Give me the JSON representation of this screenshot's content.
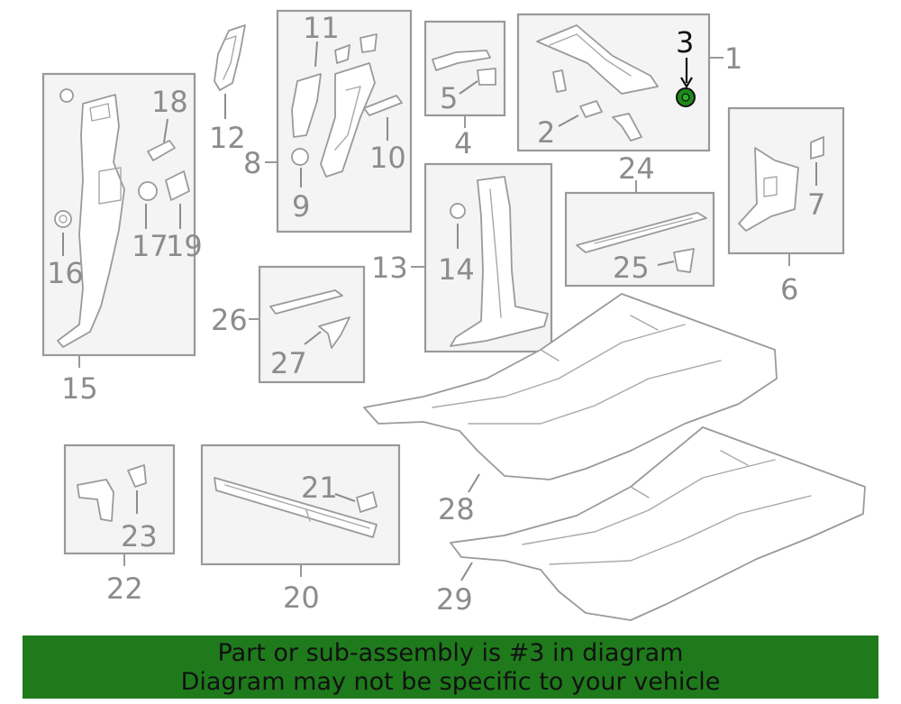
{
  "diagram": {
    "callouts": {
      "c1": "1",
      "c2": "2",
      "c3": "3",
      "c4": "4",
      "c5": "5",
      "c6": "6",
      "c7": "7",
      "c8": "8",
      "c9": "9",
      "c10": "10",
      "c11": "11",
      "c12": "12",
      "c13": "13",
      "c14": "14",
      "c15": "15",
      "c16": "16",
      "c17": "17",
      "c18": "18",
      "c19": "19",
      "c20": "20",
      "c21": "21",
      "c22": "22",
      "c23": "23",
      "c24": "24",
      "c25": "25",
      "c26": "26",
      "c27": "27",
      "c28": "28",
      "c29": "29"
    },
    "highlight_color": "#1f8a1a"
  },
  "banner": {
    "line1": "Part or sub-assembly is #3 in diagram",
    "line2": "Diagram may not be specific to your vehicle",
    "background": "#1f7a1c"
  }
}
